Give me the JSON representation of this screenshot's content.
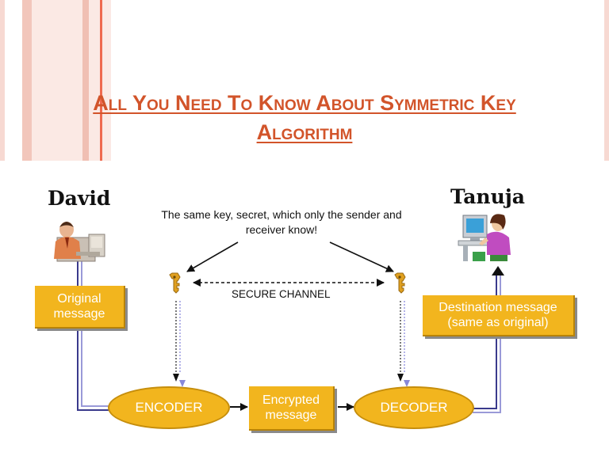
{
  "slide": {
    "title_line1": "All You Need To Know About Symmetric Key",
    "title_line2": "Algorithm"
  },
  "diagram": {
    "sender_name": "David",
    "receiver_name": "Tanuja",
    "key_caption": "The same key, secret, which only the sender and receiver know!",
    "channel_label": "SECURE CHANNEL",
    "original_message": "Original\nmessage",
    "destination_message": "Destination message\n(same as original)",
    "encoder_label": "ENCODER",
    "encrypted_message": "Encrypted\nmessage",
    "decoder_label": "DECODER"
  },
  "colors": {
    "title": "#d2542a",
    "box_fill": "#f2b51e",
    "connector": "#3a3a8c"
  }
}
